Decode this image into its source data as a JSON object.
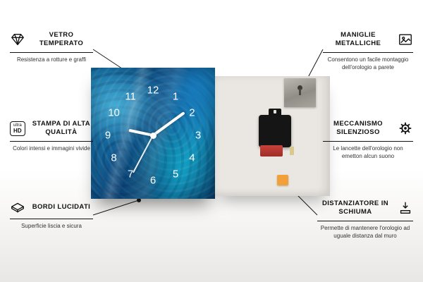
{
  "product": {
    "clock": {
      "numbers": [
        "1",
        "2",
        "3",
        "4",
        "5",
        "6",
        "7",
        "8",
        "9",
        "10",
        "11",
        "12"
      ]
    }
  },
  "callouts": {
    "left": [
      {
        "title": "VETRO TEMPERATO",
        "desc": "Resistenza a rotture e graffi",
        "icon": "diamond-icon"
      },
      {
        "title": "STAMPA DI ALTA QUALITÀ",
        "desc": "Colori intensi e immagini vivide",
        "icon": "ultra-hd-badge",
        "badge_top": "ultra",
        "badge_bottom": "HD"
      },
      {
        "title": "BORDI LUCIDATI",
        "desc": "Superficie liscia e sicura",
        "icon": "polished-edge-icon"
      }
    ],
    "right": [
      {
        "title": "MANIGLIE METALLICHE",
        "desc": "Consentono un facile montaggio dell'orologio a parete",
        "icon": "picture-frame-icon"
      },
      {
        "title": "MECCANISMO SILENZIOSO",
        "desc": "Le lancette dell'orologio non emetton alcun suono",
        "icon": "gear-icon"
      },
      {
        "title": "DISTANZIATORE IN SCHIUMA",
        "desc": "Permette di mantenere l'orologio ad uguale distanza dal muro",
        "icon": "spacer-icon"
      }
    ]
  },
  "colors": {
    "clock_blue": "#1173ab",
    "foam_orange": "#f2a13a",
    "connector_line": "#1a1a1a"
  }
}
